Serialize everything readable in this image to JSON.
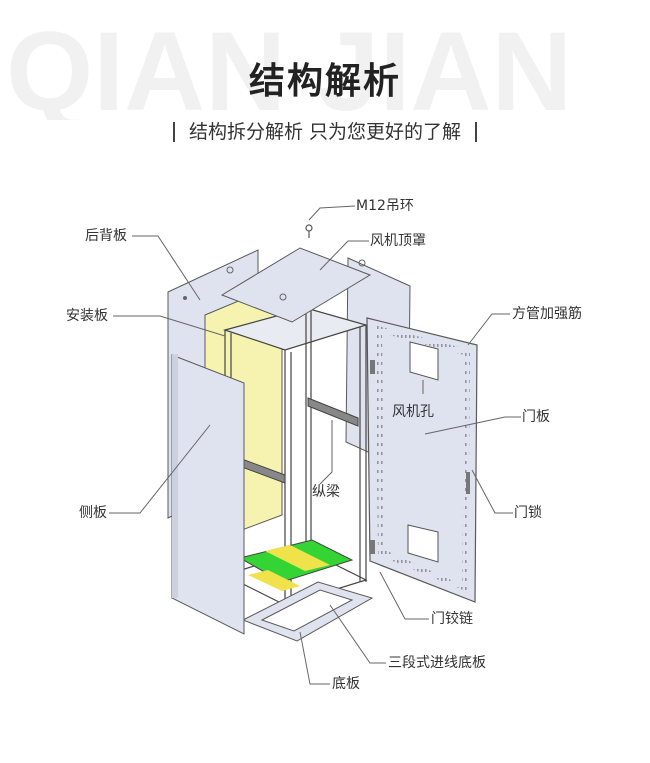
{
  "watermark": "QIAN JIAN",
  "title": "结构解析",
  "subtitle": "结构拆分解析 只为您更好的了解",
  "labels": {
    "m12": "M12吊环",
    "rear_panel": "后背板",
    "fan_cover": "风机顶罩",
    "mount_plate": "安装板",
    "square_tube": "方管加强筋",
    "vent": "风机孔",
    "door_panel": "门板",
    "beam": "纵梁",
    "side_panel": "侧板",
    "door_lock": "门锁",
    "hinge": "门铰链",
    "cable_base": "三段式进线底板",
    "bottom_plate": "底板"
  },
  "colors": {
    "panel": "#dfe2ef",
    "edge": "#5a5a5a",
    "mount_plate": "#f6f3b0",
    "floor_green": "#35d435",
    "floor_yellow": "#f0e24a",
    "leader": "#666666"
  }
}
